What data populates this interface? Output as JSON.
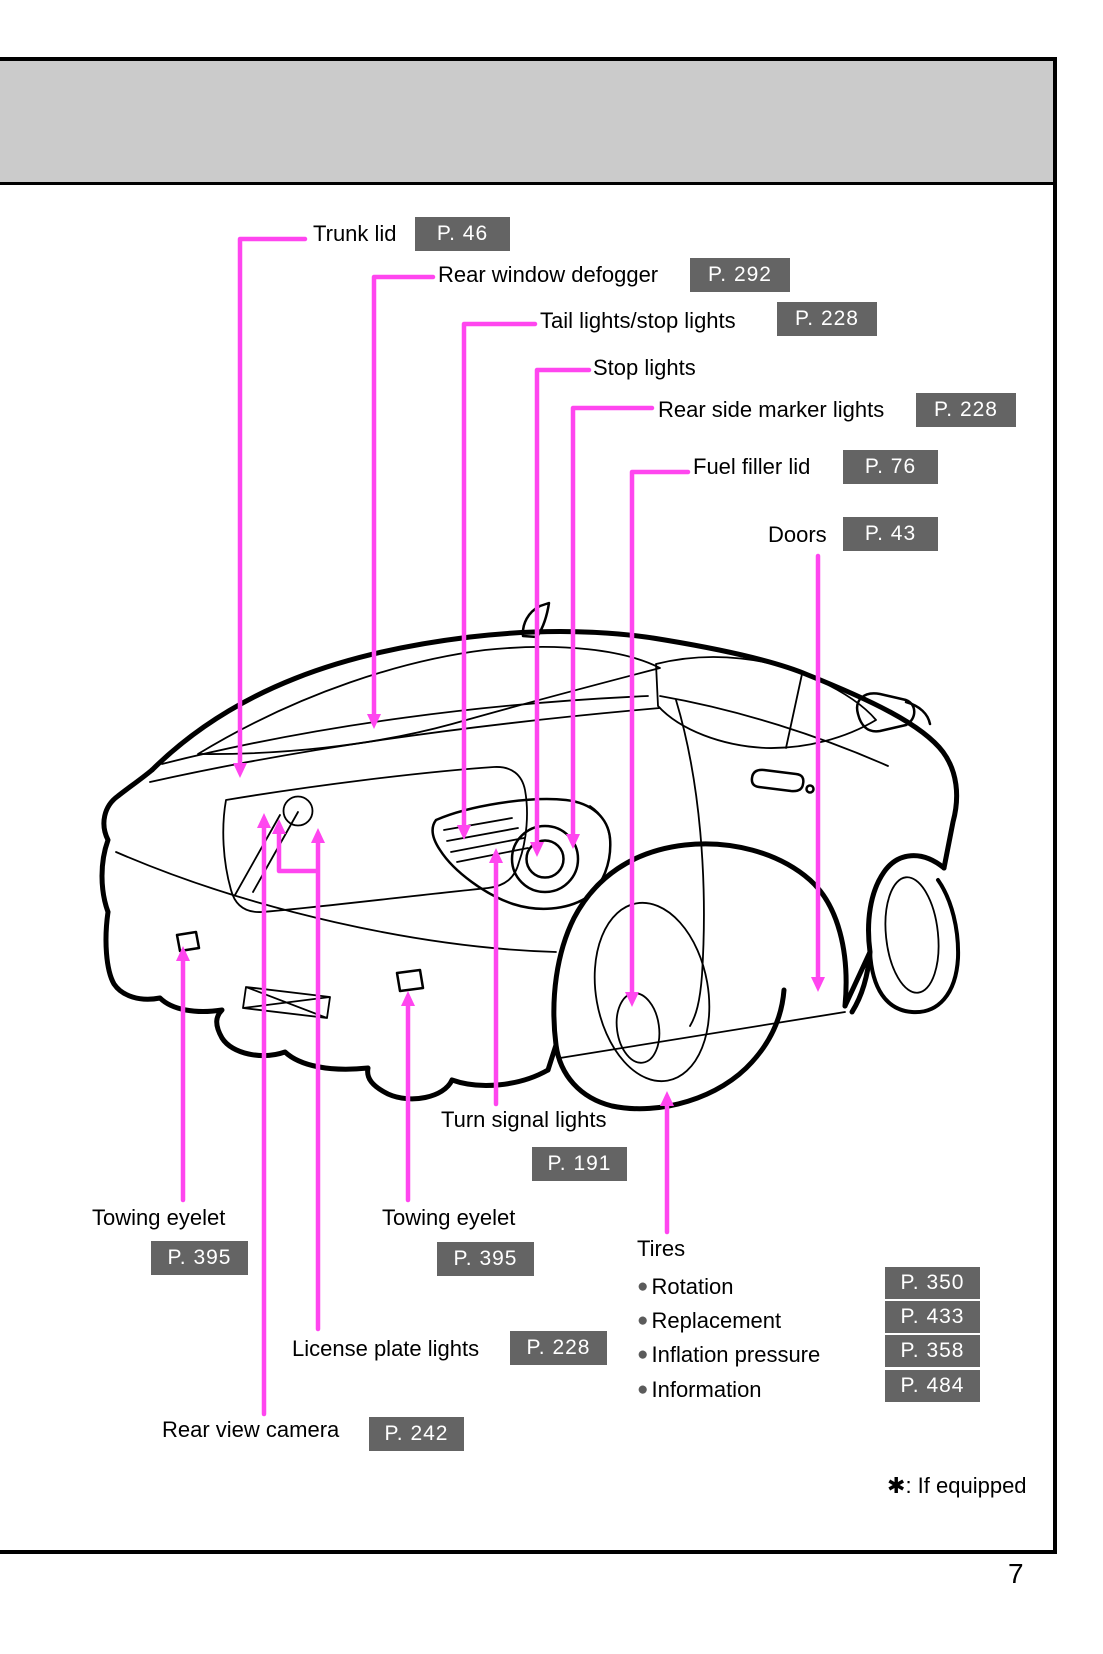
{
  "colors": {
    "leader": "#ff46ef",
    "page_box_bg": "#646464",
    "header_band": "#cbcbcb"
  },
  "callouts": {
    "trunk_lid": {
      "label": "Trunk lid",
      "page": "P. 46"
    },
    "rear_defogger": {
      "label": "Rear window defogger",
      "page": "P. 292"
    },
    "tail_lights": {
      "label": "Tail lights/stop lights",
      "page": "P. 228"
    },
    "stop_lights": {
      "label": "Stop lights"
    },
    "side_marker": {
      "label": "Rear side marker lights",
      "page": "P. 228"
    },
    "fuel_filler": {
      "label": "Fuel filler lid",
      "page": "P. 76"
    },
    "doors": {
      "label": "Doors",
      "page": "P. 43"
    },
    "turn_signal": {
      "label": "Turn signal lights",
      "page": "P. 191"
    },
    "towing_left": {
      "label": "Towing eyelet",
      "page": "P. 395"
    },
    "towing_mid": {
      "label": "Towing eyelet",
      "page": "P. 395"
    },
    "license_lights": {
      "label": "License plate lights",
      "page": "P. 228"
    },
    "rear_view_camera": {
      "label": "Rear view camera",
      "page": "P. 242"
    }
  },
  "tires": {
    "title": "Tires",
    "bullet_char": "●",
    "items": [
      {
        "label": "Rotation",
        "page": "P. 350"
      },
      {
        "label": "Replacement",
        "page": "P. 433"
      },
      {
        "label": "Inflation pressure",
        "page": "P. 358"
      },
      {
        "label": "Information",
        "page": "P. 484"
      }
    ]
  },
  "footnote": {
    "symbol": "✱",
    "text": ": If equipped"
  },
  "page_number": "7"
}
